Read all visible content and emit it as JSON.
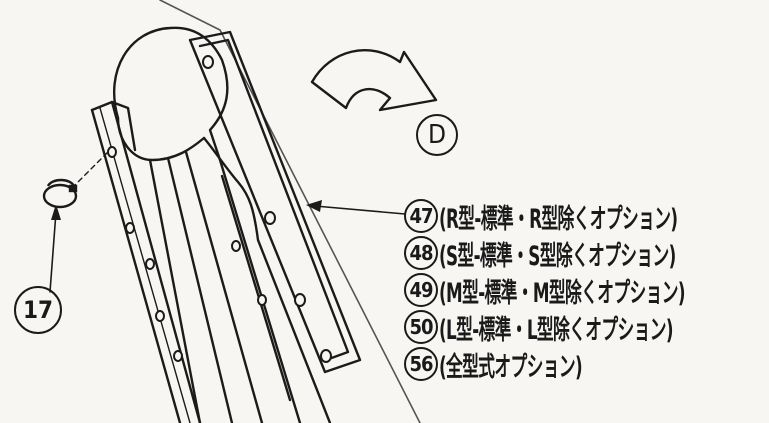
{
  "callouts": {
    "part_17": "17",
    "view_d": "D"
  },
  "part_labels": [
    {
      "num": "47",
      "text": "(R型-標準・R型除くオプション)"
    },
    {
      "num": "48",
      "text": "(S型-標準・S型除くオプション)"
    },
    {
      "num": "49",
      "text": "(M型-標準・M型除くオプション)"
    },
    {
      "num": "50",
      "text": "(L型-標準・L型除くオプション)"
    },
    {
      "num": "56",
      "text": "(全型式オプション)"
    }
  ]
}
